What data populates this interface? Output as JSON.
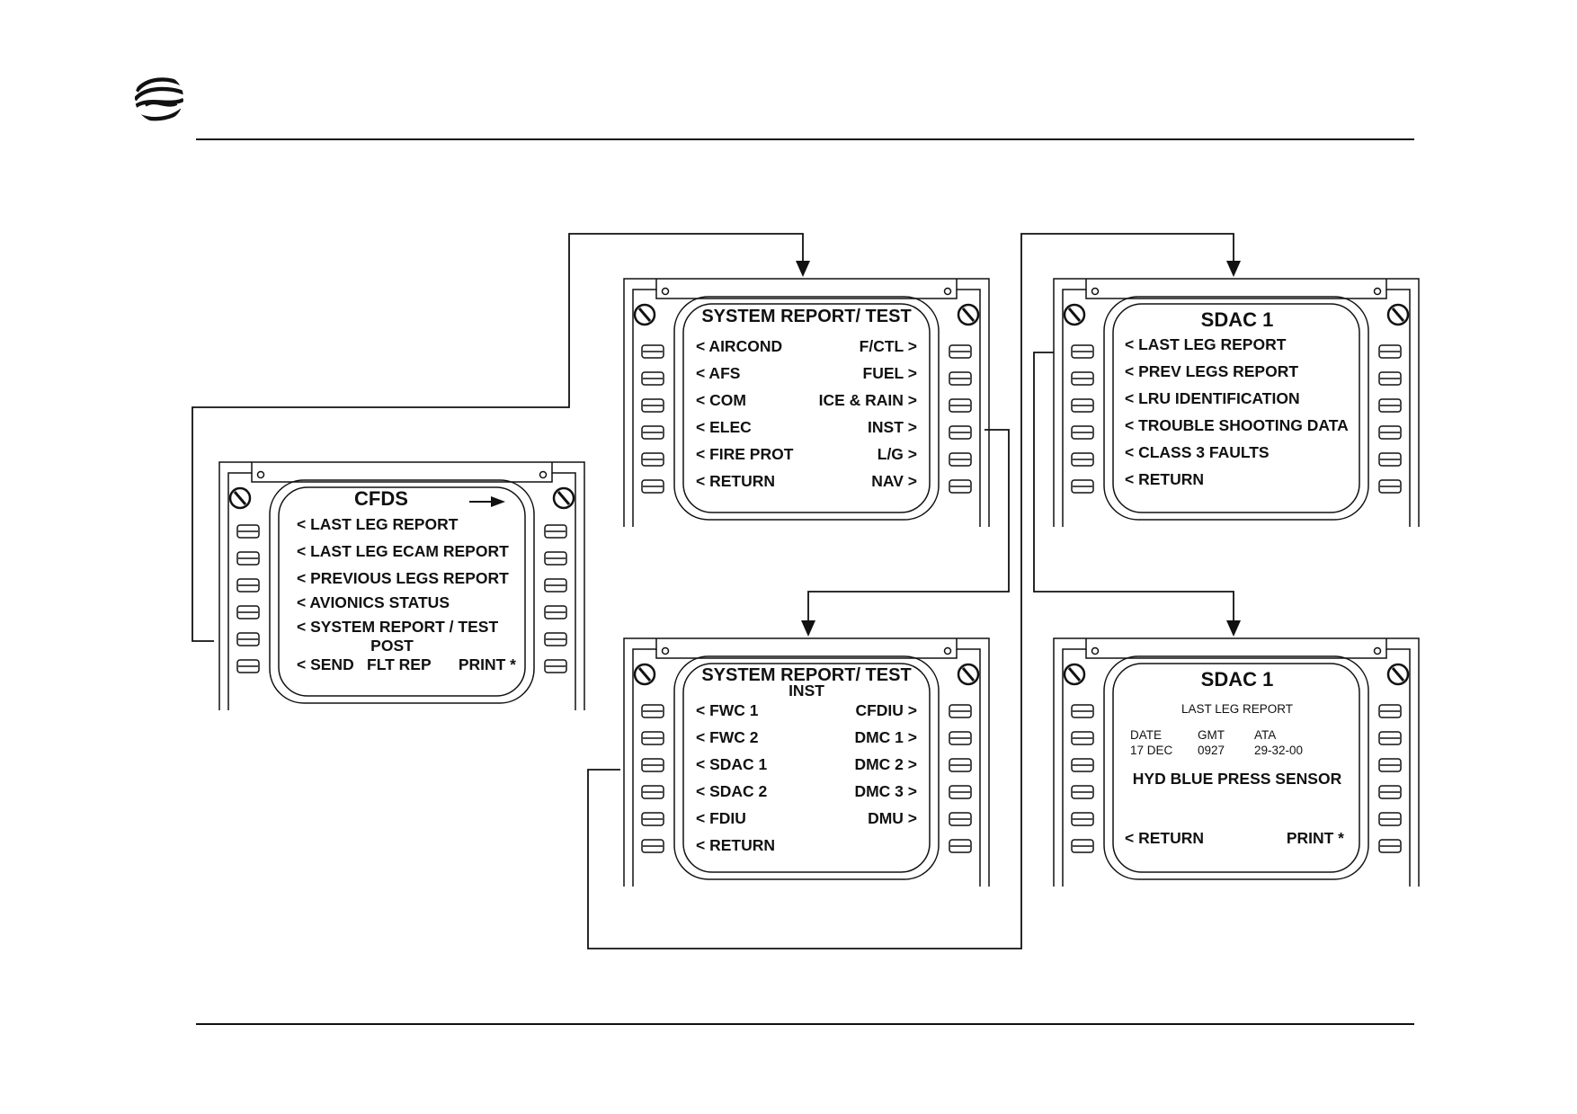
{
  "diagram": {
    "cfds": {
      "title": "CFDS",
      "items": [
        "< LAST LEG REPORT",
        "< LAST LEG ECAM REPORT",
        "< PREVIOUS LEGS REPORT",
        "< AVIONICS  STATUS",
        "< SYSTEM REPORT / TEST"
      ],
      "post_label": "POST",
      "send": "< SEND",
      "flt_rep": "FLT REP",
      "print": "PRINT *"
    },
    "system_report": {
      "title": "SYSTEM REPORT/ TEST",
      "left": [
        "< AIRCOND",
        "< AFS",
        "< COM",
        "< ELEC",
        "< FIRE PROT",
        "< RETURN"
      ],
      "right": [
        "F/CTL >",
        "FUEL >",
        "ICE & RAIN >",
        "INST >",
        "L/G >",
        "NAV >"
      ]
    },
    "system_report_inst": {
      "title": "SYSTEM REPORT/ TEST",
      "subtitle": "INST",
      "left": [
        "< FWC 1",
        "< FWC 2",
        "< SDAC 1",
        "< SDAC 2",
        "< FDIU",
        "< RETURN"
      ],
      "right": [
        "CFDIU >",
        "DMC 1 >",
        "DMC 2 >",
        "DMC 3 >",
        "DMU >",
        ""
      ]
    },
    "sdac_menu": {
      "title": "SDAC 1",
      "items": [
        "< LAST LEG REPORT",
        "< PREV LEGS REPORT",
        "< LRU IDENTIFICATION",
        "< TROUBLE SHOOTING DATA",
        "< CLASS 3 FAULTS",
        "< RETURN"
      ]
    },
    "sdac_report": {
      "title": "SDAC 1",
      "subtitle": "LAST LEG REPORT",
      "headers": [
        "DATE",
        "GMT",
        "ATA"
      ],
      "values": [
        "17 DEC",
        "0927",
        "29-32-00"
      ],
      "message": "HYD BLUE PRESS SENSOR",
      "return": "< RETURN",
      "print": "PRINT *"
    }
  }
}
